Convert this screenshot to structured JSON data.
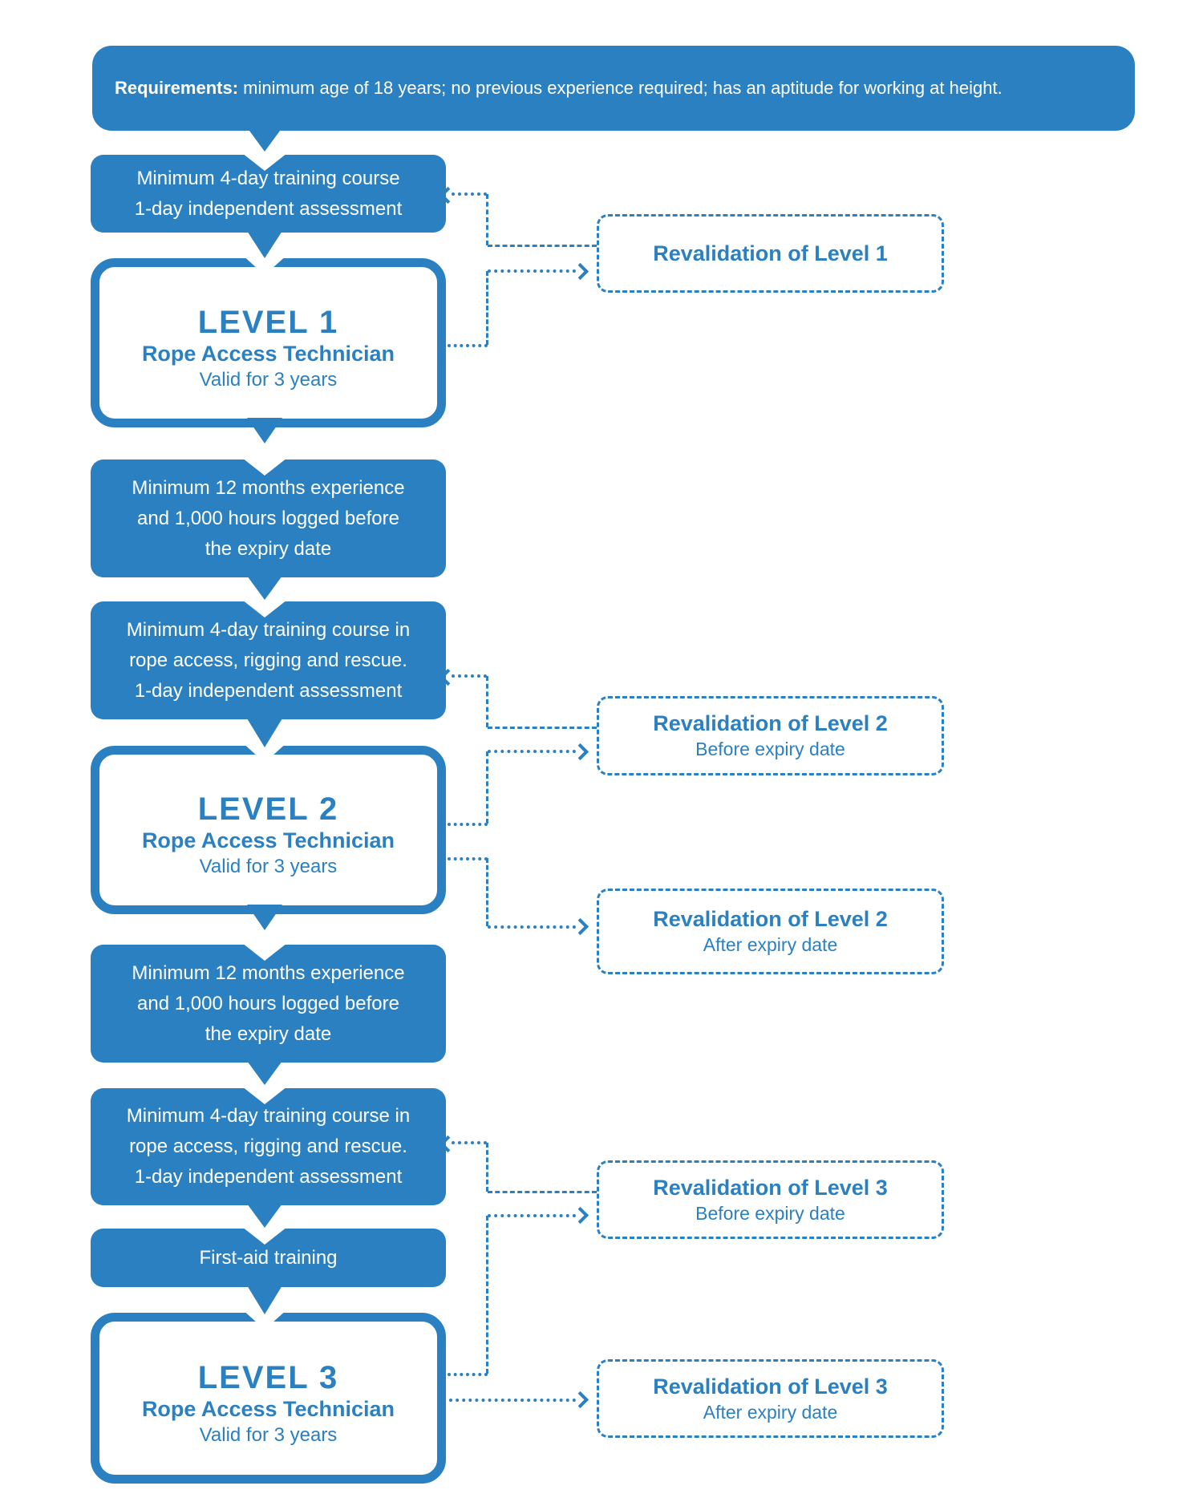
{
  "colors": {
    "accent_blue": "#2b80c1",
    "background": "#ffffff",
    "box_text": "#ffffff"
  },
  "banner": {
    "label": "Requirements:",
    "text": " minimum age of 18 years; no previous experience required; has an aptitude for working at height."
  },
  "flow": {
    "training1": {
      "lines": [
        "Minimum 4-day training course",
        "1-day independent assessment"
      ]
    },
    "level1": {
      "title": "LEVEL 1",
      "subtitle": "Rope Access Technician",
      "note": "Valid for 3 years"
    },
    "experience1": {
      "lines": [
        "Minimum 12 months experience",
        "and 1,000 hours logged before",
        "the expiry date"
      ]
    },
    "training2": {
      "lines": [
        "Minimum 4-day training course in",
        "rope access, rigging and rescue.",
        "1-day independent assessment"
      ]
    },
    "level2": {
      "title": "LEVEL 2",
      "subtitle": "Rope Access Technician",
      "note": "Valid for 3 years"
    },
    "experience2": {
      "lines": [
        "Minimum 12 months experience",
        "and 1,000 hours logged before",
        "the expiry date"
      ]
    },
    "training3": {
      "lines": [
        "Minimum 4-day training course in",
        "rope access, rigging and rescue.",
        "1-day independent assessment"
      ]
    },
    "firstaid": {
      "lines": [
        "First-aid training"
      ]
    },
    "level3": {
      "title": "LEVEL 3",
      "subtitle": "Rope Access Technician",
      "note": "Valid for 3 years"
    }
  },
  "revalidation": {
    "r1": {
      "title": "Revalidation of Level 1",
      "subtitle": ""
    },
    "r2b": {
      "title": "Revalidation of Level 2",
      "subtitle": "Before expiry date"
    },
    "r2a": {
      "title": "Revalidation of Level 2",
      "subtitle": "After expiry date"
    },
    "r3b": {
      "title": "Revalidation of Level 3",
      "subtitle": "Before expiry date"
    },
    "r3a": {
      "title": "Revalidation of Level 3",
      "subtitle": "After expiry date"
    }
  }
}
